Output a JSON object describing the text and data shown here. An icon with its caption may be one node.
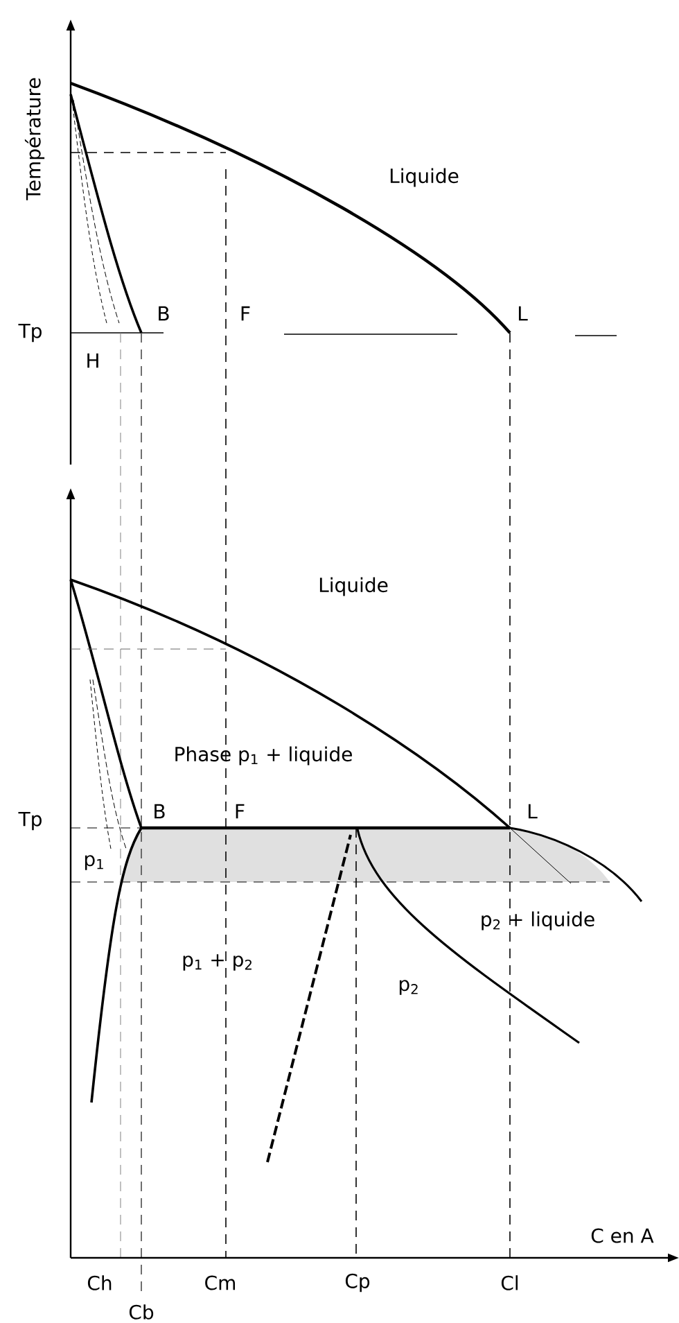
{
  "diagram": {
    "labels": [
      "Température",
      "Liquide",
      "Tp",
      "B",
      "F",
      "L",
      "H",
      "Liquide",
      "Phase p$_{1}$ + liquide",
      "Tp",
      "B",
      "F",
      "L",
      "p$_{1}$",
      "p$_{2}$ + liquide",
      "p$_{1}$ + p$_{2}$",
      "p$_{2}$",
      "C en A",
      "Ch",
      "Cm",
      "Cp",
      "Cl",
      "Cb"
    ]
  }
}
